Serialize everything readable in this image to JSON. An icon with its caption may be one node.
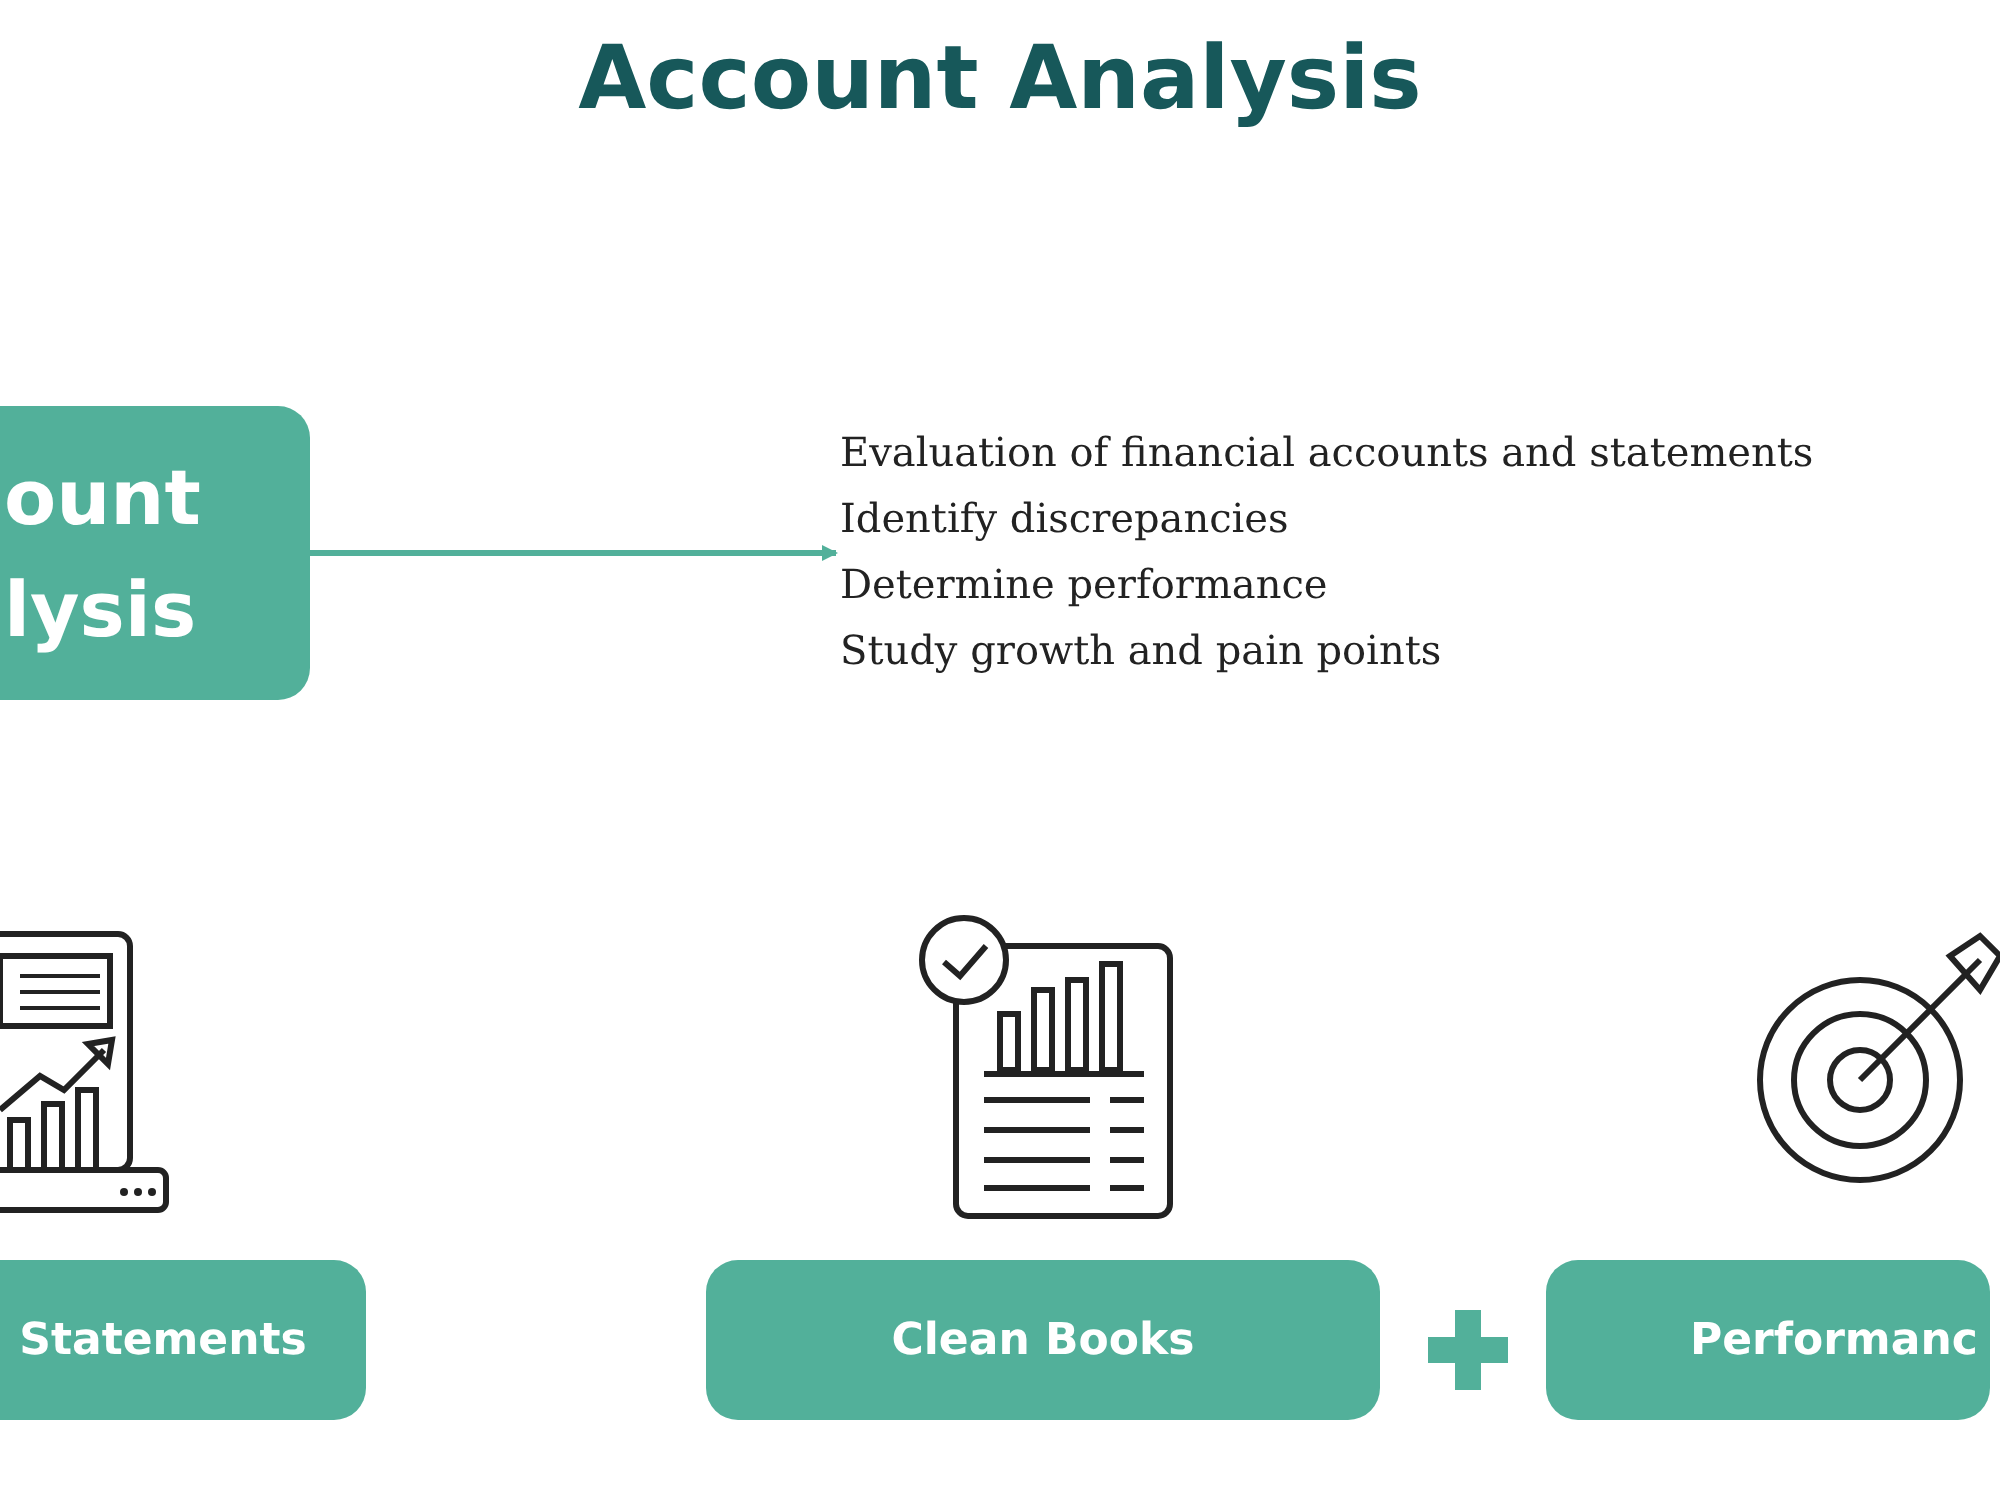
{
  "diagram": {
    "title": "Account Analysis",
    "nodes": [
      {
        "text": [
          "ount lysis"
        ]
      },
      {
        "text": [
          "Evaluation of financial accounts and statements",
          "Identify discrepancies",
          "Determine performance",
          "Study growth and pain points"
        ]
      },
      {
        "text": [
          "Statements"
        ]
      },
      {
        "text": [
          "Clean Books"
        ]
      },
      {
        "text": [
          "Performanc"
        ]
      }
    ],
    "edges": [
      {
        "from": 0,
        "to": 1,
        "arrow": "to"
      }
    ]
  }
}
